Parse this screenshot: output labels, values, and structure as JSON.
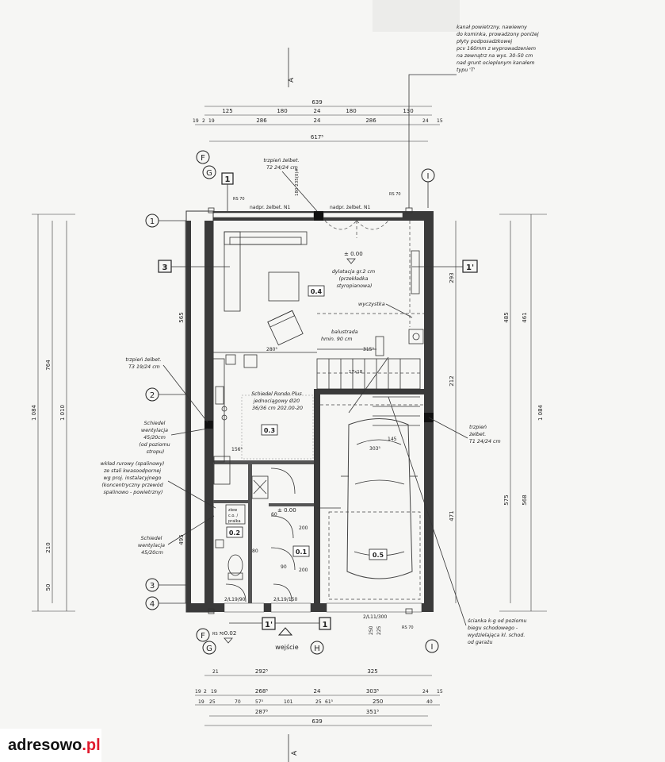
{
  "notes": {
    "air_duct": [
      "kanał powietrzny, nawiewny",
      "do kominka, prowadzony poniżej",
      "płyty podposadzkowej",
      "pcv 160mm z wyprowadzeniem",
      "na zewnątrz na wys. 30-50 cm",
      "nad grunt ocieplonym kanałem",
      "typu 'T'"
    ],
    "pillar_t2": [
      "trzpień żelbet.",
      "T2 24/24 cm"
    ],
    "pillar_t3": [
      "trzpień żelbet.",
      "T3 19/24 cm"
    ],
    "pillar_t1": [
      "trzpień",
      "żelbet.",
      "T1 24/24 cm"
    ],
    "vent_upper": [
      "Schiedel",
      "wentylacja",
      "45/20cm",
      "(od poziomu",
      "stropu)"
    ],
    "pipe_insert": [
      "wkład rurowy (spalinowy)",
      "ze stali kwasoodpornej",
      "wg proj. instalacyjnego",
      "(koncentryczny przewód",
      "spalinowo - powietrzny)"
    ],
    "vent_lower": [
      "Schiedel",
      "wentylacja",
      "45/20cm"
    ],
    "chimney": [
      "Schiedel Rondo Plus",
      "jednociągowy Ø20",
      "36/36 cm 202.00-20"
    ],
    "dilatation": [
      "dylatacja gr.2 cm",
      "(przekładka",
      "styropianowa)"
    ],
    "cleanout": "wyczystka",
    "barrier": [
      "balustrada",
      "hmin. 90 cm"
    ],
    "wall_note": [
      "ścianka k-g od poziomu",
      "biegu schodowego -",
      "wydzielająca kl. schod.",
      "od garażu"
    ],
    "lintel": "nadpr. żelbet. N1",
    "entrance": "wejście",
    "level": "± 0.00",
    "level_low": "- 0.02",
    "stair": "17x18",
    "sink_label": [
      "zlew",
      "c.o. /",
      "pralka"
    ]
  },
  "rooms": {
    "r04": "0.4",
    "r03": "0.3",
    "r02": "0.2",
    "r01": "0.1",
    "r05": "0.5"
  },
  "axes": {
    "one": "1",
    "two": "2",
    "three": "3",
    "four": "4",
    "F": "F",
    "G": "G",
    "H": "H",
    "I": "I"
  },
  "sections": {
    "s1": "1",
    "s1p": "1'",
    "s3": "3",
    "A": "A"
  },
  "dims_top": {
    "row1": [
      "639"
    ],
    "row2": [
      "125",
      "180",
      "24",
      "180",
      "130"
    ],
    "row3": [
      "19",
      "2",
      "19",
      "286",
      "24",
      "286",
      "24",
      "15"
    ],
    "row4": [
      "617⁵"
    ]
  },
  "dims_bottom": {
    "row1": [
      "21",
      "292⁵",
      "325"
    ],
    "row2": [
      "19",
      "2",
      "19",
      "268⁵",
      "24",
      "303⁵",
      "24",
      "15"
    ],
    "row3": [
      "19",
      "25",
      "70",
      "57⁵",
      "101",
      "25",
      "61⁵",
      "250",
      "40"
    ],
    "row4": [
      "287⁵",
      "351⁵"
    ],
    "row5": [
      "639"
    ]
  },
  "dims_left": {
    "outer": "1 084",
    "inner": "1 010",
    "a": "764",
    "b": "565",
    "c": "495",
    "d": "210",
    "e": "50"
  },
  "dims_right": {
    "outer": "1 084",
    "a": "485",
    "b": "461",
    "c": "293",
    "d": "212",
    "e": "575",
    "f": "568",
    "g": "471"
  },
  "misc": {
    "rs70": "RS 70",
    "door_2l": "2/L19/90",
    "door_2p": "2/L19/150",
    "garage_door": "2/L11/300",
    "d250": "250",
    "d225": "225",
    "d280": "280⁵",
    "d315": "315⁵",
    "d156": "156⁵",
    "d303": "303⁵",
    "d145": "145",
    "d80": "80",
    "d200": "200",
    "d60": "60",
    "d90": "90"
  },
  "logo": {
    "main": "adresowo",
    "suffix": ".pl"
  }
}
